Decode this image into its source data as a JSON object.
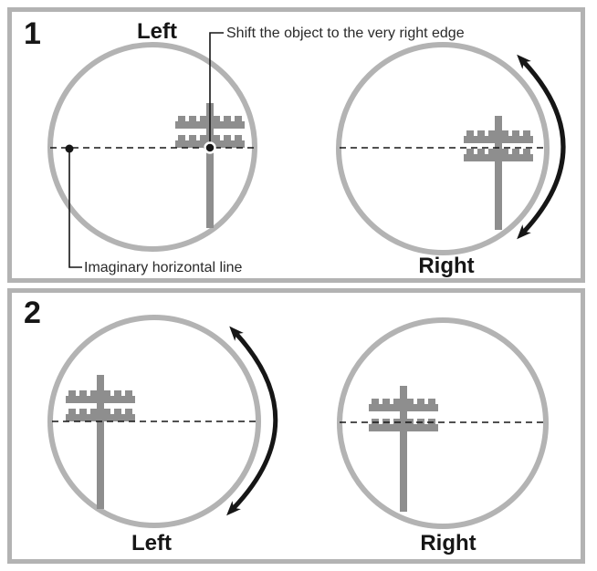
{
  "figure": {
    "panels": [
      {
        "number": "1",
        "top_label": "Left",
        "bottom_label": "Right",
        "callouts": {
          "shift": "Shift the object to the very right edge",
          "imaginary": "Imaginary horizontal line"
        }
      },
      {
        "number": "2",
        "left_label": "Left",
        "right_label": "Right"
      }
    ]
  },
  "colors": {
    "panel_border": "#b3b3b3",
    "circle_stroke": "#b3b3b3",
    "pole_gray": "#8e8e8e",
    "ink": "#161616"
  }
}
